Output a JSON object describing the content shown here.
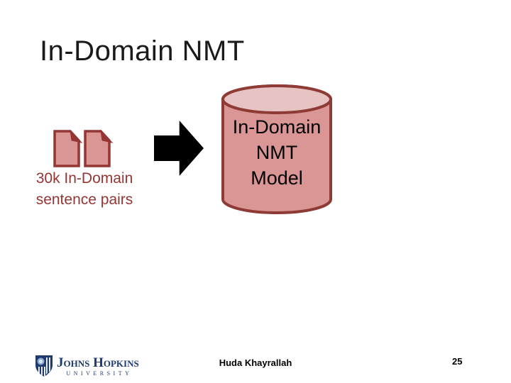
{
  "slide": {
    "title": "In-Domain NMT",
    "footer_author": "Huda Khayrallah",
    "page_number": "25"
  },
  "diagram": {
    "source": {
      "icon": "document-pair-icon",
      "label_line1": "30k In-Domain",
      "label_line2": "sentence pairs"
    },
    "arrow": "right-block-arrow",
    "target": {
      "shape": "database-cylinder",
      "label_line1": "In-Domain",
      "label_line2": "NMT",
      "label_line3": "Model"
    }
  },
  "logo": {
    "institution": "Johns Hopkins",
    "subline": "UNIVERSITY",
    "icon": "johns-hopkins-shield-icon"
  },
  "colors": {
    "shape_fill": "#d99694",
    "shape_fill_light": "#e7c4c3",
    "shape_border": "#943634",
    "caption_text": "#943634",
    "arrow": "#000000",
    "title_text": "#1a1a1a",
    "logo_navy": "#1f3a6e"
  }
}
